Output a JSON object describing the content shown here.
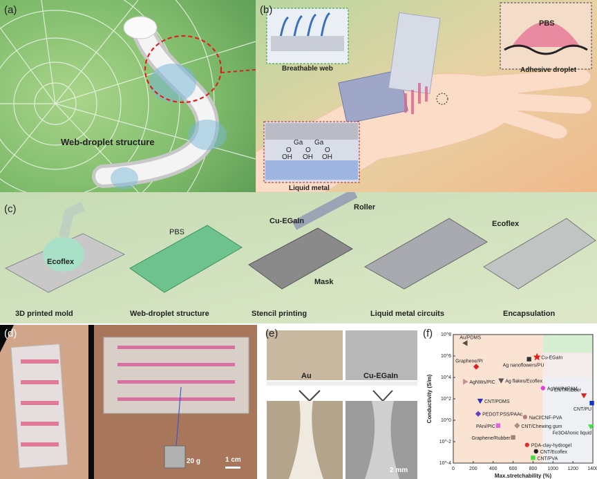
{
  "panel_a": {
    "label": "(a)",
    "caption": "Web-droplet structure"
  },
  "panel_b": {
    "label": "(b)",
    "inset_web": "Breathable web",
    "inset_pbs": "PBS",
    "inset_adhesive": "Adhesive droplet",
    "inset_lm": "Liquid metal",
    "ga1": "Ga",
    "ga2": "Ga",
    "o1": "O",
    "o2": "O",
    "o3": "O",
    "oh1": "OH",
    "oh2": "OH",
    "oh3": "OH"
  },
  "panel_c": {
    "label": "(c)",
    "ecoflex_a": "Ecoflex",
    "pbs": "PBS",
    "cu_egain": "Cu-EGaIn",
    "roller": "Roller",
    "mask": "Mask",
    "ecoflex_b": "Ecoflex",
    "steps": [
      "3D printed mold",
      "Web-droplet structure",
      "Stencil printing",
      "Liquid metal circuits",
      "Encapsulation"
    ]
  },
  "panel_d": {
    "label": "(d)",
    "weight": "20 g",
    "scale": "1 cm"
  },
  "panel_e": {
    "label": "(e)",
    "au": "Au",
    "cu": "Cu-EGaIn",
    "scale": "2 mm"
  },
  "chart_data": {
    "label": "(f)",
    "type": "scatter",
    "xlabel": "Max.stretchability (%)",
    "ylabel": "Conductivity (S/m)",
    "xlim": [
      0,
      1400
    ],
    "ylim_log10": [
      -4,
      8
    ],
    "x_ticks": [
      "0",
      "200",
      "400",
      "600",
      "800",
      "1000",
      "1200",
      "1400"
    ],
    "y_ticks": [
      "10^8",
      "10^6",
      "10^4",
      "10^2",
      "10^0",
      "10^-2",
      "10^-4"
    ],
    "points": [
      {
        "name": "Au/PDMS",
        "x": 120,
        "y_log10": 7.2,
        "color": "#5a4a3a",
        "marker": "tri-left"
      },
      {
        "name": "Graphene/PI",
        "x": 230,
        "y_log10": 5.0,
        "color": "#e02020",
        "marker": "diamond"
      },
      {
        "name": "Cu-EGaIn",
        "x": 840,
        "y_log10": 5.9,
        "color": "#e02020",
        "marker": "star"
      },
      {
        "name": "Ag nanoflowers/PU",
        "x": 760,
        "y_log10": 5.7,
        "color": "#333333",
        "marker": "square"
      },
      {
        "name": "AgNWs/PIC",
        "x": 120,
        "y_log10": 3.6,
        "color": "#c09090",
        "marker": "tri-right"
      },
      {
        "name": "Ag flakes/Ecoflex",
        "x": 480,
        "y_log10": 3.7,
        "color": "#555555",
        "marker": "tri-down"
      },
      {
        "name": "AgNW/NIPAM",
        "x": 900,
        "y_log10": 3.0,
        "color": "#e040e0",
        "marker": "circle"
      },
      {
        "name": "CNT/Rubber",
        "x": 1310,
        "y_log10": 2.3,
        "color": "#e02020",
        "marker": "tri-down"
      },
      {
        "name": "CNT/PU",
        "x": 1390,
        "y_log10": 1.6,
        "color": "#1030d0",
        "marker": "square"
      },
      {
        "name": "CNT/PDMS",
        "x": 270,
        "y_log10": 1.8,
        "color": "#3030c0",
        "marker": "tri-down"
      },
      {
        "name": "PEDOT:PSS/PAAc",
        "x": 250,
        "y_log10": 0.6,
        "color": "#6040c0",
        "marker": "diamond"
      },
      {
        "name": "NaCl/CNF-PVA",
        "x": 720,
        "y_log10": 0.3,
        "color": "#b08080",
        "marker": "circle"
      },
      {
        "name": "CNT/Chewing gum",
        "x": 640,
        "y_log10": -0.5,
        "color": "#b08a7a",
        "marker": "diamond"
      },
      {
        "name": "Fe3O4/Ionic liquid",
        "x": 1380,
        "y_log10": -0.6,
        "color": "#40e040",
        "marker": "tri-down"
      },
      {
        "name": "PAni/PIC",
        "x": 450,
        "y_log10": -0.5,
        "color": "#e060e0",
        "marker": "square"
      },
      {
        "name": "Graphene/Rubber",
        "x": 600,
        "y_log10": -1.6,
        "color": "#a08070",
        "marker": "square"
      },
      {
        "name": "PDA-clay-hydrogel",
        "x": 740,
        "y_log10": -2.3,
        "color": "#e03030",
        "marker": "circle"
      },
      {
        "name": "CNT/Ecoflex",
        "x": 830,
        "y_log10": -2.9,
        "color": "#222222",
        "marker": "circle"
      },
      {
        "name": "CNT/PVA",
        "x": 800,
        "y_log10": -3.5,
        "color": "#40e040",
        "marker": "square"
      }
    ]
  }
}
